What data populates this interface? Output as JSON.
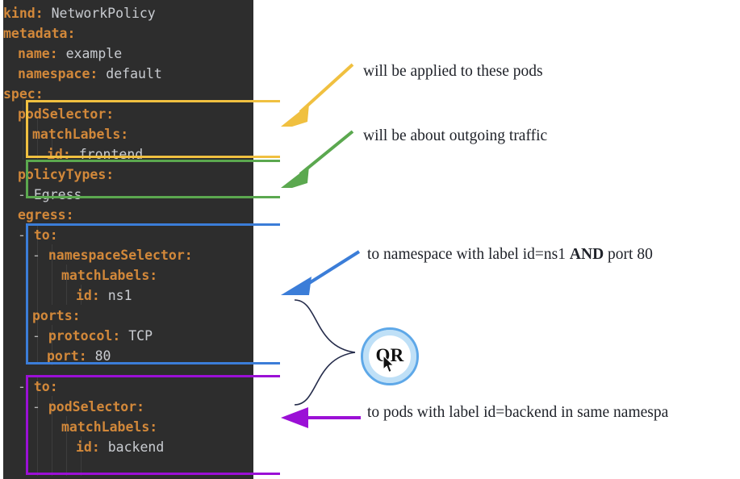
{
  "code": {
    "language": "yaml",
    "background": "#2d2d2d",
    "key_color": "#d2883a",
    "value_color": "#c9ccd1",
    "lines": [
      {
        "key": "kind:",
        "value": " NetworkPolicy",
        "indent": 0
      },
      {
        "key": "metadata:",
        "value": "",
        "indent": 0
      },
      {
        "key": "name:",
        "value": " example",
        "indent": 1
      },
      {
        "key": "namespace:",
        "value": " default",
        "indent": 1
      },
      {
        "key": "spec:",
        "value": "",
        "indent": 0
      },
      {
        "key": "podSelector:",
        "value": "",
        "indent": 1
      },
      {
        "key": "matchLabels:",
        "value": "",
        "indent": 2
      },
      {
        "key": "id:",
        "value": " frontend",
        "indent": 3
      },
      {
        "key": "policyTypes:",
        "value": "",
        "indent": 1
      },
      {
        "key": "- Egress",
        "value": "",
        "indent": 1
      },
      {
        "key": "egress:",
        "value": "",
        "indent": 1
      },
      {
        "key": "- to:",
        "value": "",
        "indent": 1
      },
      {
        "key": "- namespaceSelector:",
        "value": "",
        "indent": 2
      },
      {
        "key": "matchLabels:",
        "value": "",
        "indent": 3
      },
      {
        "key": "id:",
        "value": " ns1",
        "indent": 4
      },
      {
        "key": "ports:",
        "value": "",
        "indent": 2
      },
      {
        "key": "- protocol:",
        "value": " TCP",
        "indent": 2
      },
      {
        "key": "port:",
        "value": " 80",
        "indent": 3
      },
      {
        "key": "- to:",
        "value": "",
        "indent": 1
      },
      {
        "key": "- podSelector:",
        "value": "",
        "indent": 2
      },
      {
        "key": "matchLabels:",
        "value": "",
        "indent": 3
      },
      {
        "key": "id:",
        "value": " backend",
        "indent": 4
      }
    ],
    "raw": "kind: NetworkPolicy\nmetadata:\n  name: example\n  namespace: default\nspec:\n  podSelector:\n    matchLabels:\n      id: frontend\n  policyTypes:\n  - Egress\n  egress:\n  - to:\n    - namespaceSelector:\n        matchLabels:\n          id: ns1\n    ports:\n    - protocol: TCP\n      port: 80\n  - to:\n    - podSelector:\n        matchLabels:\n          id: backend"
  },
  "highlights": [
    {
      "name": "podSelector",
      "color": "#f0c040",
      "label": "yellow"
    },
    {
      "name": "policyTypes",
      "color": "#5ba84f",
      "label": "green"
    },
    {
      "name": "egress-rule-1",
      "color": "#3b7dd8",
      "label": "blue"
    },
    {
      "name": "egress-rule-2",
      "color": "#9b10d6",
      "label": "purple"
    }
  ],
  "annotations": {
    "pods": "will be applied to these pods",
    "outgoing": "will be about outgoing traffic",
    "namespace_prefix": "to namespace with label id=ns1 ",
    "namespace_and": "AND",
    "namespace_suffix": " port 80",
    "backend": "to pods with label id=backend in same namespa"
  },
  "or_badge": {
    "text": "OR",
    "ring_color": "#5ea8e8",
    "glow_color": "#bfe0f7"
  },
  "cursor": {
    "name": "mouse-pointer"
  }
}
